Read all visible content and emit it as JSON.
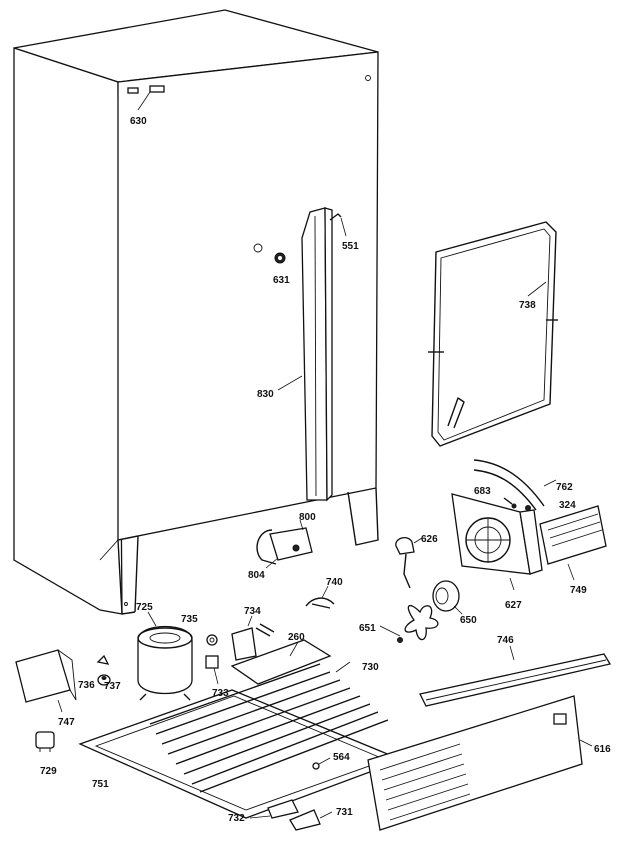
{
  "labels": {
    "l630": "630",
    "l551": "551",
    "l631": "631",
    "l738": "738",
    "l830": "830",
    "l800": "800",
    "l804": "804",
    "l626": "626",
    "l762": "762",
    "l683": "683",
    "l324": "324",
    "l749": "749",
    "l627": "627",
    "l650": "650",
    "l651": "651",
    "l740": "740",
    "l734": "734",
    "l735": "735",
    "l725": "725",
    "l260": "260",
    "l730": "730",
    "l746": "746",
    "l736": "736",
    "l737": "737",
    "l733": "733",
    "l747": "747",
    "l729": "729",
    "l751": "751",
    "l564": "564",
    "l732": "732",
    "l731": "731",
    "l616": "616"
  }
}
